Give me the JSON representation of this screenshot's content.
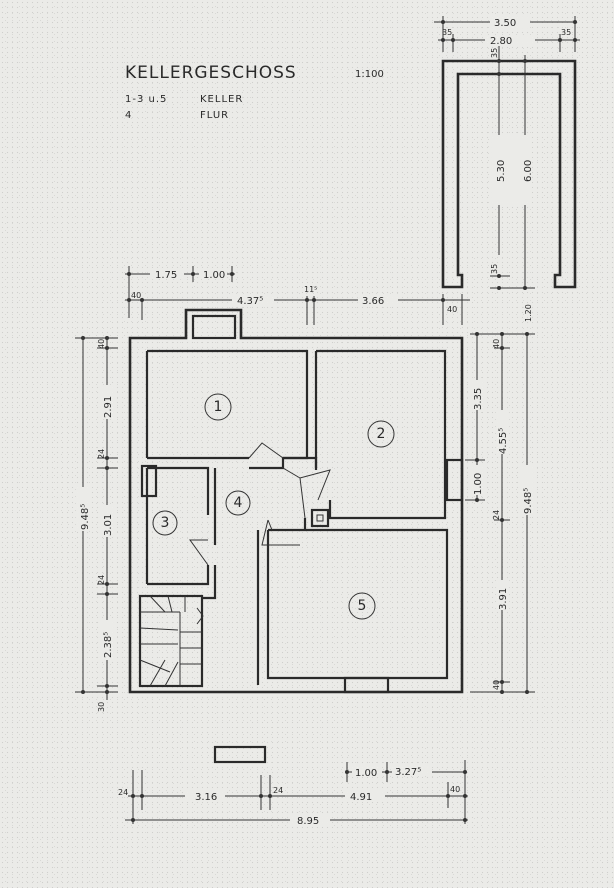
{
  "title": "KELLERGESCHOSS",
  "scale": "1:100",
  "legend": [
    {
      "rooms": "1-3 u.5",
      "label": "KELLER"
    },
    {
      "rooms": "4",
      "label": "FLUR"
    }
  ],
  "rooms": [
    "1",
    "2",
    "3",
    "4",
    "5"
  ],
  "garage_dims": {
    "total_width": "3.50",
    "inner_width": "2.80",
    "wall_left": "35",
    "wall_right": "35",
    "wall_top": "35",
    "wall_bottom": "35",
    "inner_length": "5.30",
    "total_length": "6.00"
  },
  "top_dims": {
    "a": "1.75",
    "b": "1.00",
    "wall_left": "40",
    "left_part": "4.37⁵",
    "middle_wall": "11⁵",
    "right_part": "3.66",
    "wall_right": "40"
  },
  "left_dims": {
    "total": "9.48⁵",
    "wall_top": "40",
    "room1": "2.91",
    "wall1": "24",
    "room3": "3.01",
    "wall2": "24",
    "stairs": "2.38⁵",
    "wall_bottom": "30"
  },
  "right_dims": {
    "gap": "1.20",
    "window_top": "3.35",
    "window": "1.00",
    "wall_top": "40",
    "room2": "4.55⁵",
    "wall": "24",
    "room5": "3.91",
    "wall_bottom": "40",
    "total": "9.48⁵"
  },
  "bottom_dims": {
    "window": "1.00",
    "right_part": "3.27⁵",
    "wall_left": "24",
    "left_part": "3.16",
    "mid_wall": "24",
    "right_room": "4.91",
    "wall_right": "40",
    "total": "8.95"
  }
}
